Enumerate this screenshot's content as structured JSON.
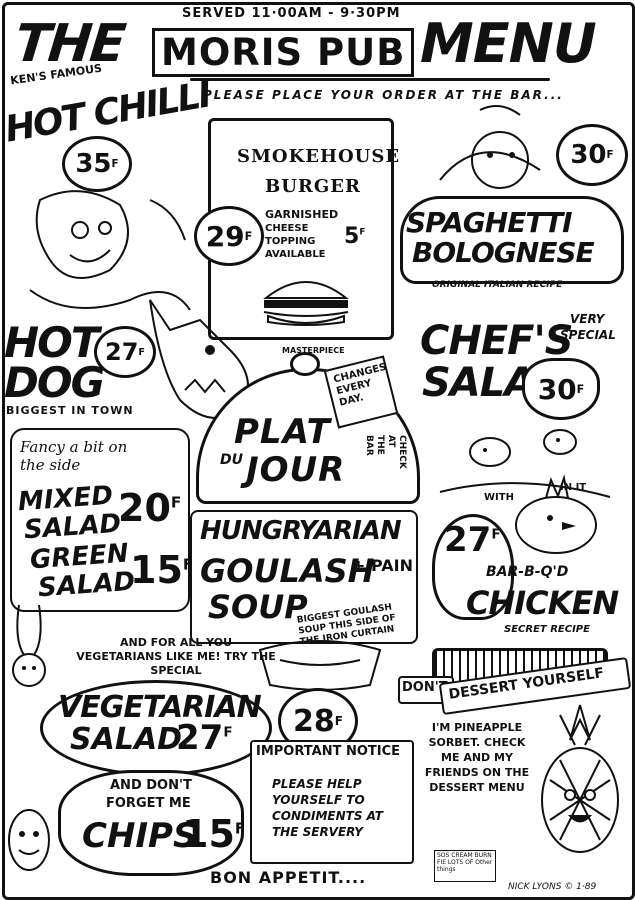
{
  "header": {
    "served": "SERVED 11·00AM - 9·30PM",
    "the": "THE",
    "pub_name": "MORIS PUB",
    "menu": "MENU",
    "order_note": "PLEASE PLACE YOUR ORDER AT THE BAR..."
  },
  "hot_chilli": {
    "line1": "KEN'S FAMOUS",
    "name": "HOT CHILLI",
    "price": "35",
    "currency": "F"
  },
  "burger": {
    "name1": "SMOKEHOUSE",
    "name2": "BURGER",
    "garnished": "GARNISHED",
    "cheese": "CHEESE TOPPING AVAILABLE",
    "cheese_price": "5",
    "currency": "F",
    "price": "29",
    "artist": "MASTERPIECE"
  },
  "spaghetti": {
    "name1": "SPAGHETTI",
    "name2": "BOLOGNESE",
    "sub": "ORIGINAL ITALIAN RECIPE",
    "price": "30",
    "currency": "F"
  },
  "hot_dog": {
    "name1": "HOT",
    "name2": "DOG",
    "price": "27",
    "currency": "F",
    "sub": "BIGGEST IN TOWN"
  },
  "chefs_salad": {
    "name1": "CHEF'S",
    "name2": "SALAD",
    "very": "VERY",
    "special": "SPECIAL",
    "price": "30",
    "currency": "F"
  },
  "plat": {
    "name1": "PLAT",
    "du": "DU",
    "name2": "JOUR",
    "changes": "CHANGES EVERY DAY.",
    "check": "CHECK AT THE BAR"
  },
  "side": {
    "fancy": "Fancy a bit on the side",
    "mixed1": "MIXED",
    "mixed2": "SALAD",
    "mixed_price": "20",
    "green1": "GREEN",
    "green2": "SALAD",
    "green_price": "15",
    "currency": "F"
  },
  "goulash": {
    "line1": "HUNGRYARIAN",
    "line2": "GOULASH",
    "plus": "+ PAIN",
    "line3": "SOUP",
    "note": "BIGGEST GOULASH SOUP THIS SIDE OF THE IRON CURTAIN",
    "price": "28",
    "currency": "F"
  },
  "chicken": {
    "price": "27",
    "currency": "F",
    "with": "WITH",
    "init": "IN IT",
    "name1": "BAR-B-Q'D",
    "name2": "CHICKEN",
    "sub": "SECRET RECIPE"
  },
  "vegetarian": {
    "intro": "AND FOR ALL YOU VEGETARIANS LIKE ME! TRY THE SPECIAL",
    "name1": "VEGETARIAN",
    "name2": "SALAD",
    "price": "27",
    "currency": "F"
  },
  "dessert": {
    "dont": "DON'T",
    "yourself": "DESSERT YOURSELF",
    "pineapple": "I'M PINEAPPLE SORBET. CHECK ME AND MY FRIENDS ON THE DESSERT MENU",
    "sign": "SOS CREAM BURN FIE LOTS OF Other things"
  },
  "chips": {
    "line1": "AND DON'T",
    "line2": "FORGET ME",
    "name": "CHIPS",
    "price": "15",
    "currency": "F"
  },
  "notice": {
    "title": "IMPORTANT NOTICE",
    "body": "PLEASE HELP YOURSELF TO CONDIMENTS AT THE SERVERY"
  },
  "footer": {
    "bon": "BON APPETIT....",
    "artist": "NICK LYONS © 1·89"
  }
}
